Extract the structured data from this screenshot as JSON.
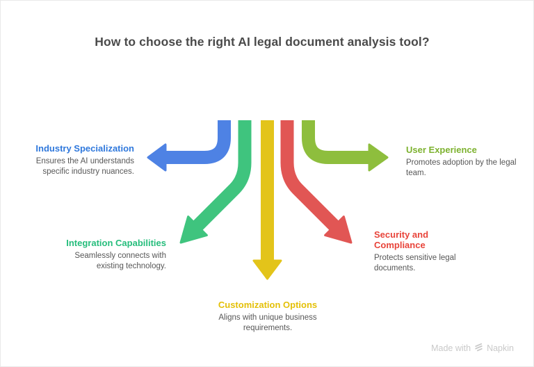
{
  "title": "How to choose the right AI legal document analysis tool?",
  "branches": [
    {
      "id": "industry-specialization",
      "label": "Industry Specialization",
      "description": "Ensures the AI understands specific industry nuances.",
      "direction": "left",
      "title_color": "#2f78dc",
      "arrow_color": "#4e82e4"
    },
    {
      "id": "integration-capabilities",
      "label": "Integration Capabilities",
      "description": "Seamlessly connects with existing technology.",
      "direction": "down-left",
      "title_color": "#26bd7c",
      "arrow_color": "#3fc47e"
    },
    {
      "id": "customization-options",
      "label": "Customization Options",
      "description": "Aligns with unique business requirements.",
      "direction": "down",
      "title_color": "#e4c008",
      "arrow_color": "#e3c41a"
    },
    {
      "id": "security-and-compliance",
      "label": "Security and Compliance",
      "description": "Protects sensitive legal documents.",
      "direction": "down-right",
      "title_color": "#e8443a",
      "arrow_color": "#e15654"
    },
    {
      "id": "user-experience",
      "label": "User Experience",
      "description": "Promotes adoption by the legal team.",
      "direction": "right",
      "title_color": "#7db22f",
      "arrow_color": "#8ebe3d"
    }
  ],
  "text_colors": {
    "main_title": "#4a4a4a",
    "description": "#575757",
    "watermark": "#c9c9c9"
  },
  "watermark": {
    "prefix": "Made with",
    "brand": "Napkin"
  }
}
